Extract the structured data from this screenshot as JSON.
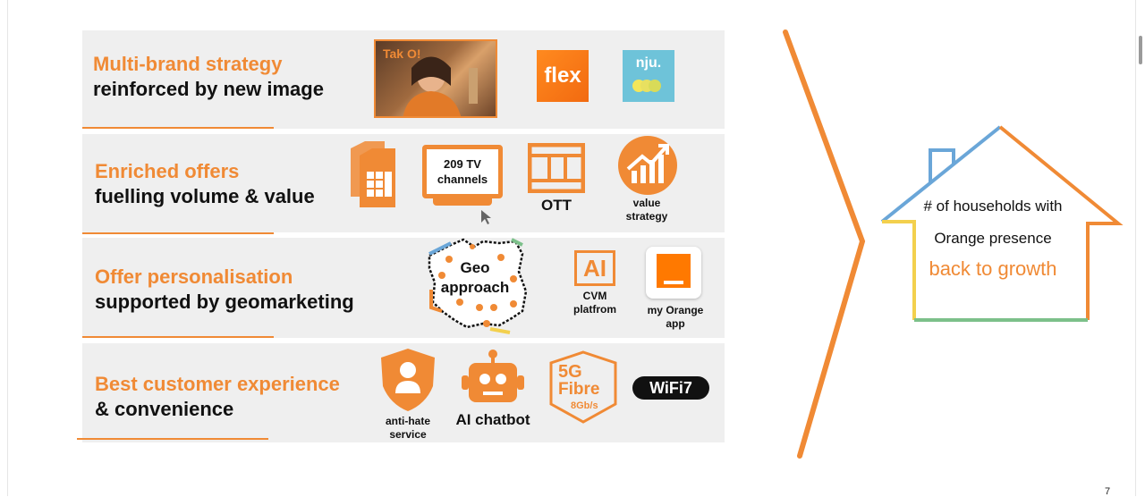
{
  "rows": [
    {
      "title_orange": "Multi-brand strategy",
      "title_black": "reinforced by new image"
    },
    {
      "title_orange": "Enriched offers",
      "title_black": "fuelling volume & value"
    },
    {
      "title_orange": "Offer personalisation",
      "title_black": "supported by geomarketing"
    },
    {
      "title_orange": "Best customer experience",
      "title_black": "& convenience"
    }
  ],
  "row1": {
    "photo_caption": "Tak O!",
    "flex_logo": "flex",
    "nju_logo": "nju."
  },
  "row2": {
    "tv_label": "209 TV channels",
    "ott_label": "OTT",
    "value_label_1": "value",
    "value_label_2": "strategy"
  },
  "row3": {
    "geo_label": "Geo approach",
    "ai_icon_text": "AI",
    "cvm_label_1": "CVM",
    "cvm_label_2": "platfrom",
    "app_label_1": "my Orange",
    "app_label_2": "app"
  },
  "row4": {
    "antihate_label_1": "anti-hate",
    "antihate_label_2": "service",
    "chatbot_label": "AI chatbot",
    "fibre_5g": "5G",
    "fibre_label": "Fibre",
    "fibre_speed": "8Gb/s",
    "wifi_badge": "WiFi7"
  },
  "house": {
    "line1": "# of households with",
    "line2": "Orange presence",
    "line3": "back to growth"
  },
  "page_number": "7",
  "colors": {
    "accent": "#f08a35",
    "row_bg": "#efefef",
    "house_blue": "#6aa6d8",
    "house_yellow": "#f3d04d",
    "house_green": "#7cc08a"
  }
}
